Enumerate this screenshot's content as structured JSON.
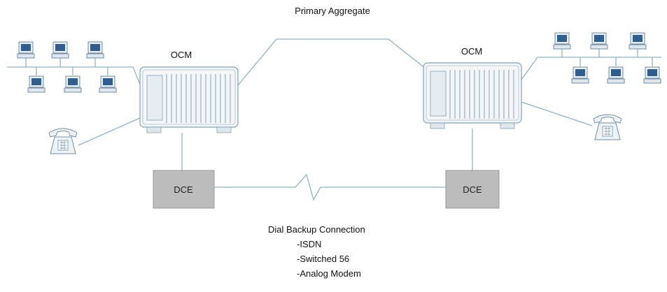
{
  "diagram": {
    "top_label": "Primary Aggregate",
    "left_node": {
      "label": "OCM",
      "dce_label": "DCE"
    },
    "right_node": {
      "label": "OCM",
      "dce_label": "DCE"
    },
    "backup": {
      "title": "Dial Backup Connection",
      "options": [
        "-ISDN",
        "-Switched 56",
        "-Analog Modem"
      ]
    },
    "colors": {
      "line": "#8db3c9",
      "device_fill": "#f3f5f7",
      "device_stroke": "#7fa2b8",
      "dce_fill": "#bcbcbc",
      "screen": "#2f5f92",
      "phone_fill": "#eef2f5"
    },
    "icons": [
      "computer-icon",
      "telephone-icon",
      "ocm-rack-icon",
      "dce-box"
    ]
  }
}
